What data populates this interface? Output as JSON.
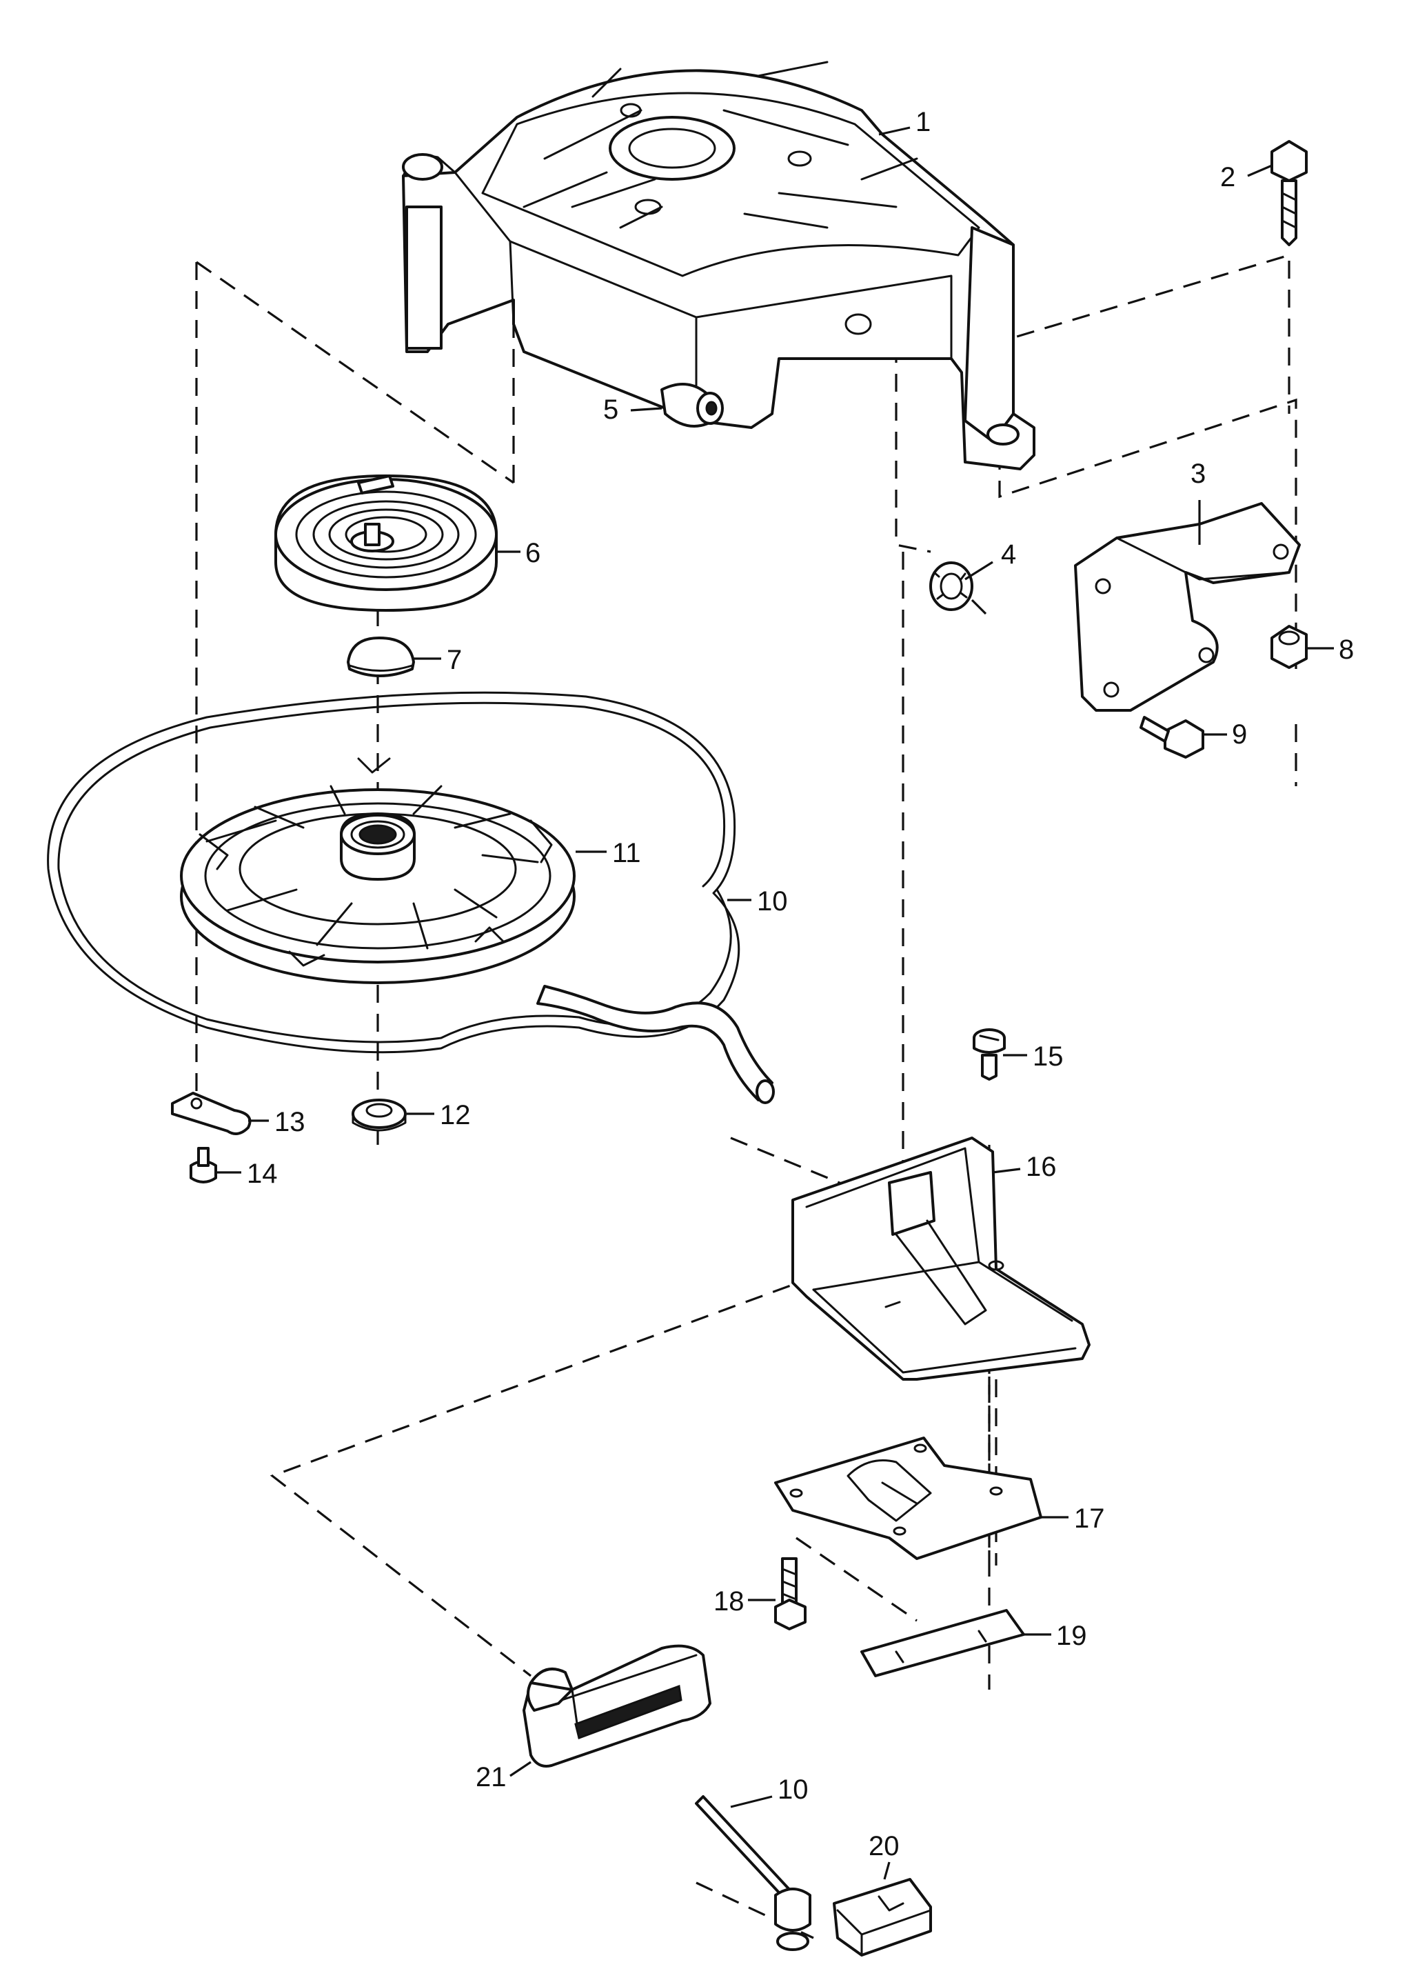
{
  "callouts": [
    {
      "id": "1",
      "label": "1"
    },
    {
      "id": "2",
      "label": "2"
    },
    {
      "id": "3",
      "label": "3"
    },
    {
      "id": "4",
      "label": "4"
    },
    {
      "id": "5",
      "label": "5"
    },
    {
      "id": "6",
      "label": "6"
    },
    {
      "id": "7",
      "label": "7"
    },
    {
      "id": "8",
      "label": "8"
    },
    {
      "id": "9",
      "label": "9"
    },
    {
      "id": "10a",
      "label": "10"
    },
    {
      "id": "11",
      "label": "11"
    },
    {
      "id": "12",
      "label": "12"
    },
    {
      "id": "13",
      "label": "13"
    },
    {
      "id": "14",
      "label": "14"
    },
    {
      "id": "15",
      "label": "15"
    },
    {
      "id": "16",
      "label": "16"
    },
    {
      "id": "17",
      "label": "17"
    },
    {
      "id": "18",
      "label": "18"
    },
    {
      "id": "19",
      "label": "19"
    },
    {
      "id": "20",
      "label": "20"
    },
    {
      "id": "21",
      "label": "21"
    },
    {
      "id": "10b",
      "label": "10"
    }
  ]
}
